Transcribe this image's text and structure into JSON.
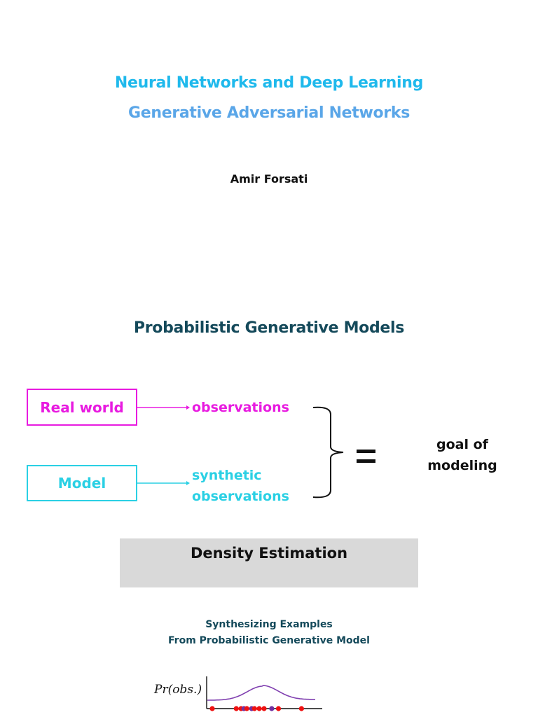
{
  "header": {
    "course_title": "Neural Networks and Deep Learning",
    "lecture_title": "Generative Adversarial Networks",
    "author": "Amir Forsati"
  },
  "section": {
    "title": "Probabilistic Generative Models"
  },
  "diagram": {
    "real_world_label": "Real world",
    "observations_label": "observations",
    "model_label": "Model",
    "synthetic_line1": "synthetic",
    "synthetic_line2": "observations",
    "equals_symbol": "=",
    "goal_line1": "goal of",
    "goal_line2": "modeling",
    "colors": {
      "real": "#e81be0",
      "model": "#2ad0e4",
      "brace": "#111111"
    }
  },
  "density_box": {
    "label": "Density Estimation"
  },
  "synthesizing": {
    "line1": "Synthesizing Examples",
    "line2": "From Probabilistic Generative Model",
    "axis_label": "Pr(obs.)",
    "observations": [
      {
        "x": 0.0,
        "kind": "real"
      },
      {
        "x": 0.25,
        "kind": "real"
      },
      {
        "x": 0.3,
        "kind": "real"
      },
      {
        "x": 0.33,
        "kind": "synthetic"
      },
      {
        "x": 0.36,
        "kind": "real"
      },
      {
        "x": 0.41,
        "kind": "synthetic"
      },
      {
        "x": 0.44,
        "kind": "real"
      },
      {
        "x": 0.49,
        "kind": "real"
      },
      {
        "x": 0.54,
        "kind": "real"
      },
      {
        "x": 0.62,
        "kind": "synthetic"
      },
      {
        "x": 0.69,
        "kind": "real"
      },
      {
        "x": 0.93,
        "kind": "real"
      }
    ],
    "colors": {
      "real": "#ee1111",
      "synthetic": "#7030a0",
      "curve": "#8040b0"
    }
  }
}
